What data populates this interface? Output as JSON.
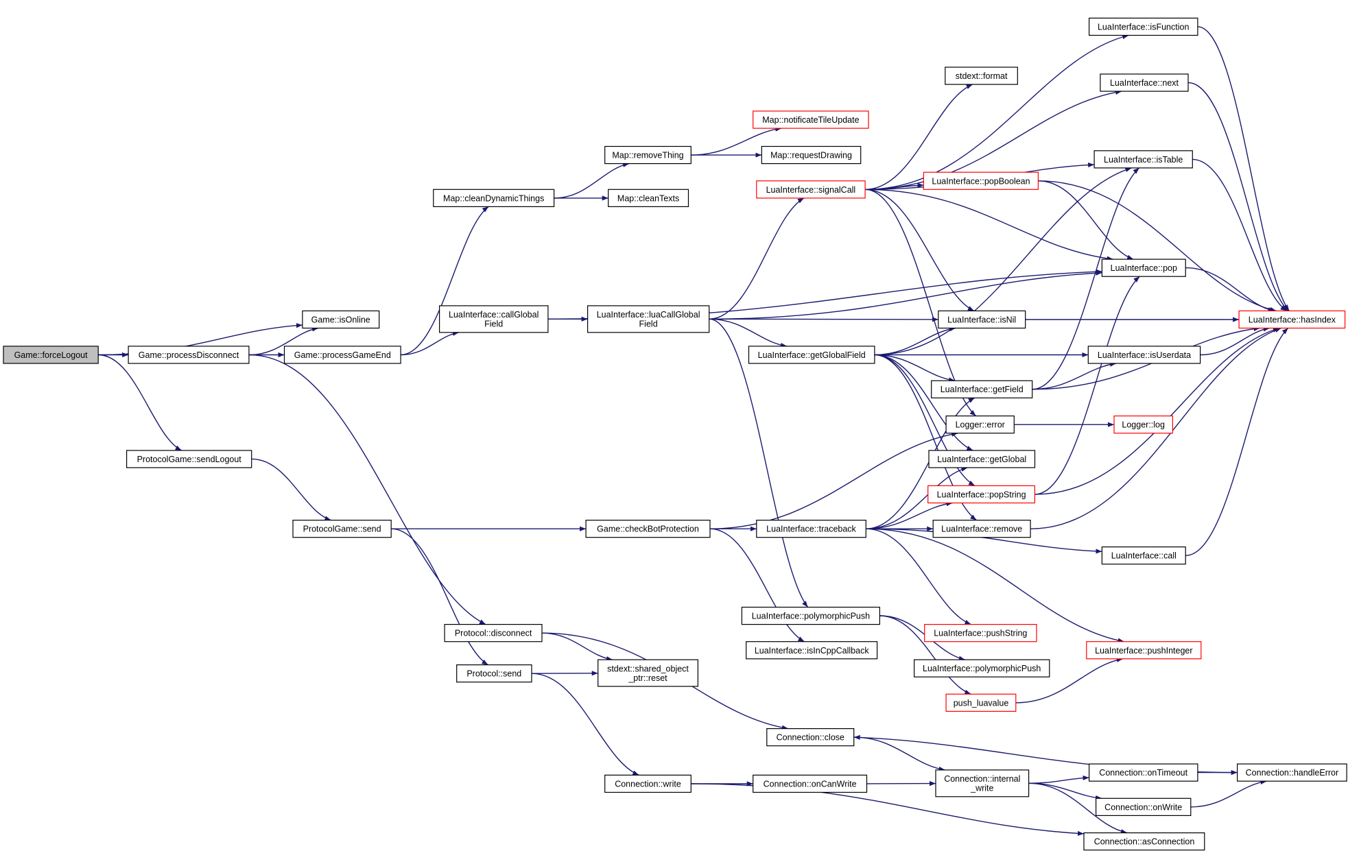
{
  "colors": {
    "edge": "#191970",
    "box_border": "#000000",
    "truncated_border": "#ff0000",
    "root_fill": "#bfbfbf",
    "background": "#ffffff"
  },
  "nodes": [
    {
      "id": "forceLogout",
      "lines": [
        "Game::forceLogout"
      ],
      "style": "root"
    },
    {
      "id": "processDisconnect",
      "lines": [
        "Game::processDisconnect"
      ],
      "style": "normal"
    },
    {
      "id": "isOnline",
      "lines": [
        "Game::isOnline"
      ],
      "style": "normal"
    },
    {
      "id": "processGameEnd",
      "lines": [
        "Game::processGameEnd"
      ],
      "style": "normal"
    },
    {
      "id": "sendLogout",
      "lines": [
        "ProtocolGame::sendLogout"
      ],
      "style": "normal"
    },
    {
      "id": "pgSend",
      "lines": [
        "ProtocolGame::send"
      ],
      "style": "normal"
    },
    {
      "id": "protoDisconnect",
      "lines": [
        "Protocol::disconnect"
      ],
      "style": "normal"
    },
    {
      "id": "protoSend",
      "lines": [
        "Protocol::send"
      ],
      "style": "normal"
    },
    {
      "id": "sharedReset",
      "lines": [
        "stdext::shared_object",
        "_ptr::reset"
      ],
      "style": "normal"
    },
    {
      "id": "cleanDynamicThings",
      "lines": [
        "Map::cleanDynamicThings"
      ],
      "style": "normal"
    },
    {
      "id": "removeThing",
      "lines": [
        "Map::removeThing"
      ],
      "style": "normal"
    },
    {
      "id": "notificateTileUpdate",
      "lines": [
        "Map::notificateTileUpdate"
      ],
      "style": "truncated"
    },
    {
      "id": "requestDrawing",
      "lines": [
        "Map::requestDrawing"
      ],
      "style": "normal"
    },
    {
      "id": "cleanTexts",
      "lines": [
        "Map::cleanTexts"
      ],
      "style": "normal"
    },
    {
      "id": "callGlobalField",
      "lines": [
        "LuaInterface::callGlobal",
        "Field"
      ],
      "style": "normal"
    },
    {
      "id": "luaCallGlobalField",
      "lines": [
        "LuaInterface::luaCallGlobal",
        "Field"
      ],
      "style": "normal"
    },
    {
      "id": "signalCall",
      "lines": [
        "LuaInterface::signalCall"
      ],
      "style": "truncated"
    },
    {
      "id": "getGlobalField",
      "lines": [
        "LuaInterface::getGlobalField"
      ],
      "style": "normal"
    },
    {
      "id": "checkBotProtection",
      "lines": [
        "Game::checkBotProtection"
      ],
      "style": "normal"
    },
    {
      "id": "traceback",
      "lines": [
        "LuaInterface::traceback"
      ],
      "style": "normal"
    },
    {
      "id": "polymorphicPush1",
      "lines": [
        "LuaInterface::polymorphicPush"
      ],
      "style": "normal"
    },
    {
      "id": "isInCppCallback",
      "lines": [
        "LuaInterface::isInCppCallback"
      ],
      "style": "normal"
    },
    {
      "id": "connClose",
      "lines": [
        "Connection::close"
      ],
      "style": "normal"
    },
    {
      "id": "connWrite",
      "lines": [
        "Connection::write"
      ],
      "style": "normal"
    },
    {
      "id": "onCanWrite",
      "lines": [
        "Connection::onCanWrite"
      ],
      "style": "normal"
    },
    {
      "id": "internalWrite",
      "lines": [
        "Connection::internal",
        "_write"
      ],
      "style": "normal"
    },
    {
      "id": "isFunction",
      "lines": [
        "LuaInterface::isFunction"
      ],
      "style": "normal"
    },
    {
      "id": "stdextFormat",
      "lines": [
        "stdext::format"
      ],
      "style": "normal"
    },
    {
      "id": "luaNext",
      "lines": [
        "LuaInterface::next"
      ],
      "style": "normal"
    },
    {
      "id": "isTable",
      "lines": [
        "LuaInterface::isTable"
      ],
      "style": "normal"
    },
    {
      "id": "popBoolean",
      "lines": [
        "LuaInterface::popBoolean"
      ],
      "style": "truncated"
    },
    {
      "id": "luaPop",
      "lines": [
        "LuaInterface::pop"
      ],
      "style": "normal"
    },
    {
      "id": "isNil",
      "lines": [
        "LuaInterface::isNil"
      ],
      "style": "normal"
    },
    {
      "id": "hasIndex",
      "lines": [
        "LuaInterface::hasIndex"
      ],
      "style": "truncated"
    },
    {
      "id": "isUserdata",
      "lines": [
        "LuaInterface::isUserdata"
      ],
      "style": "normal"
    },
    {
      "id": "getField",
      "lines": [
        "LuaInterface::getField"
      ],
      "style": "normal"
    },
    {
      "id": "loggerError",
      "lines": [
        "Logger::error"
      ],
      "style": "normal"
    },
    {
      "id": "loggerLog",
      "lines": [
        "Logger::log"
      ],
      "style": "truncated"
    },
    {
      "id": "getGlobal",
      "lines": [
        "LuaInterface::getGlobal"
      ],
      "style": "normal"
    },
    {
      "id": "popString",
      "lines": [
        "LuaInterface::popString"
      ],
      "style": "truncated"
    },
    {
      "id": "luaRemove",
      "lines": [
        "LuaInterface::remove"
      ],
      "style": "normal"
    },
    {
      "id": "luaCall",
      "lines": [
        "LuaInterface::call"
      ],
      "style": "normal"
    },
    {
      "id": "pushString",
      "lines": [
        "LuaInterface::pushString"
      ],
      "style": "truncated"
    },
    {
      "id": "pushInteger",
      "lines": [
        "LuaInterface::pushInteger"
      ],
      "style": "truncated"
    },
    {
      "id": "polymorphicPush2",
      "lines": [
        "LuaInterface::polymorphicPush"
      ],
      "style": "normal"
    },
    {
      "id": "pushLuavalue",
      "lines": [
        "push_luavalue"
      ],
      "style": "truncated"
    },
    {
      "id": "onTimeout",
      "lines": [
        "Connection::onTimeout"
      ],
      "style": "normal"
    },
    {
      "id": "handleError",
      "lines": [
        "Connection::handleError"
      ],
      "style": "normal"
    },
    {
      "id": "onWrite",
      "lines": [
        "Connection::onWrite"
      ],
      "style": "normal"
    },
    {
      "id": "asConnection",
      "lines": [
        "Connection::asConnection"
      ],
      "style": "normal"
    }
  ],
  "edges": [
    [
      "forceLogout",
      "processDisconnect"
    ],
    [
      "forceLogout",
      "isOnline"
    ],
    [
      "forceLogout",
      "sendLogout"
    ],
    [
      "processDisconnect",
      "isOnline"
    ],
    [
      "processDisconnect",
      "processGameEnd"
    ],
    [
      "processDisconnect",
      "protoDisconnect"
    ],
    [
      "processGameEnd",
      "cleanDynamicThings"
    ],
    [
      "processGameEnd",
      "callGlobalField"
    ],
    [
      "sendLogout",
      "pgSend"
    ],
    [
      "pgSend",
      "checkBotProtection"
    ],
    [
      "pgSend",
      "protoSend"
    ],
    [
      "protoDisconnect",
      "sharedReset"
    ],
    [
      "protoDisconnect",
      "connClose"
    ],
    [
      "protoSend",
      "sharedReset"
    ],
    [
      "protoSend",
      "connWrite"
    ],
    [
      "cleanDynamicThings",
      "removeThing"
    ],
    [
      "cleanDynamicThings",
      "cleanTexts"
    ],
    [
      "removeThing",
      "notificateTileUpdate"
    ],
    [
      "removeThing",
      "requestDrawing"
    ],
    [
      "callGlobalField",
      "luaCallGlobalField"
    ],
    [
      "callGlobalField",
      "luaPop"
    ],
    [
      "luaCallGlobalField",
      "signalCall"
    ],
    [
      "luaCallGlobalField",
      "luaPop"
    ],
    [
      "luaCallGlobalField",
      "isNil"
    ],
    [
      "luaCallGlobalField",
      "getGlobalField"
    ],
    [
      "luaCallGlobalField",
      "polymorphicPush1"
    ],
    [
      "signalCall",
      "isFunction"
    ],
    [
      "signalCall",
      "stdextFormat"
    ],
    [
      "signalCall",
      "luaNext"
    ],
    [
      "signalCall",
      "isTable"
    ],
    [
      "signalCall",
      "popBoolean"
    ],
    [
      "signalCall",
      "luaPop"
    ],
    [
      "signalCall",
      "isNil"
    ],
    [
      "signalCall",
      "loggerError"
    ],
    [
      "getGlobalField",
      "isNil"
    ],
    [
      "getGlobalField",
      "isUserdata"
    ],
    [
      "getGlobalField",
      "getField"
    ],
    [
      "getGlobalField",
      "getGlobal"
    ],
    [
      "getGlobalField",
      "luaRemove"
    ],
    [
      "getGlobalField",
      "isTable"
    ],
    [
      "getGlobalField",
      "popString"
    ],
    [
      "checkBotProtection",
      "traceback"
    ],
    [
      "checkBotProtection",
      "isInCppCallback"
    ],
    [
      "checkBotProtection",
      "loggerError"
    ],
    [
      "traceback",
      "getField"
    ],
    [
      "traceback",
      "getGlobal"
    ],
    [
      "traceback",
      "popString"
    ],
    [
      "traceback",
      "luaRemove"
    ],
    [
      "traceback",
      "luaCall"
    ],
    [
      "traceback",
      "pushString"
    ],
    [
      "traceback",
      "pushInteger"
    ],
    [
      "polymorphicPush1",
      "polymorphicPush2"
    ],
    [
      "polymorphicPush1",
      "pushLuavalue"
    ],
    [
      "pushLuavalue",
      "pushInteger"
    ],
    [
      "connWrite",
      "onCanWrite"
    ],
    [
      "connWrite",
      "asConnection"
    ],
    [
      "onCanWrite",
      "internalWrite"
    ],
    [
      "connClose",
      "internalWrite"
    ],
    [
      "internalWrite",
      "onTimeout"
    ],
    [
      "internalWrite",
      "onWrite"
    ],
    [
      "internalWrite",
      "asConnection"
    ],
    [
      "onTimeout",
      "handleError"
    ],
    [
      "onWrite",
      "handleError"
    ],
    [
      "handleError",
      "connClose"
    ],
    [
      "isFunction",
      "hasIndex"
    ],
    [
      "luaNext",
      "hasIndex"
    ],
    [
      "isTable",
      "hasIndex"
    ],
    [
      "popBoolean",
      "hasIndex"
    ],
    [
      "popBoolean",
      "luaPop"
    ],
    [
      "luaPop",
      "hasIndex"
    ],
    [
      "isNil",
      "hasIndex"
    ],
    [
      "isUserdata",
      "hasIndex"
    ],
    [
      "getField",
      "isUserdata"
    ],
    [
      "getField",
      "hasIndex"
    ],
    [
      "getField",
      "isTable"
    ],
    [
      "loggerError",
      "loggerLog"
    ],
    [
      "popString",
      "luaPop"
    ],
    [
      "popString",
      "hasIndex"
    ],
    [
      "luaRemove",
      "hasIndex"
    ],
    [
      "luaCall",
      "hasIndex"
    ]
  ]
}
